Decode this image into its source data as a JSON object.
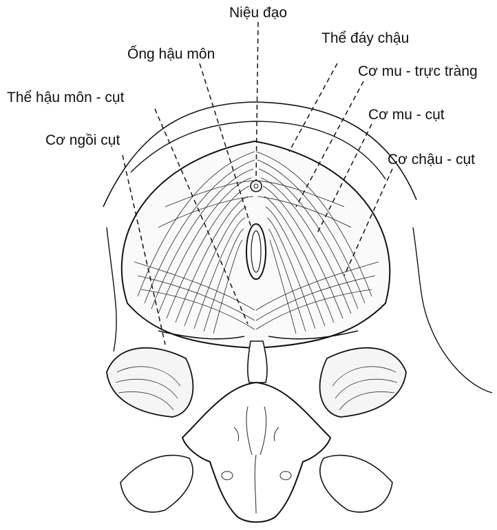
{
  "labels": {
    "urethra": "Niệu đạo",
    "anal_canal": "Ống hậu môn",
    "pelvic_floor": "Thể đáy chậu",
    "anococcygeal_body": "Thể  hậu môn -  cụt",
    "puborectalis": "Cơ mu - trực tràng",
    "ischiococcygeus": "Cơ ngồi cụt",
    "pubococcygeus": "Cơ mu - cụt",
    "iliococcygeus": "Cơ chậu - cụt"
  }
}
